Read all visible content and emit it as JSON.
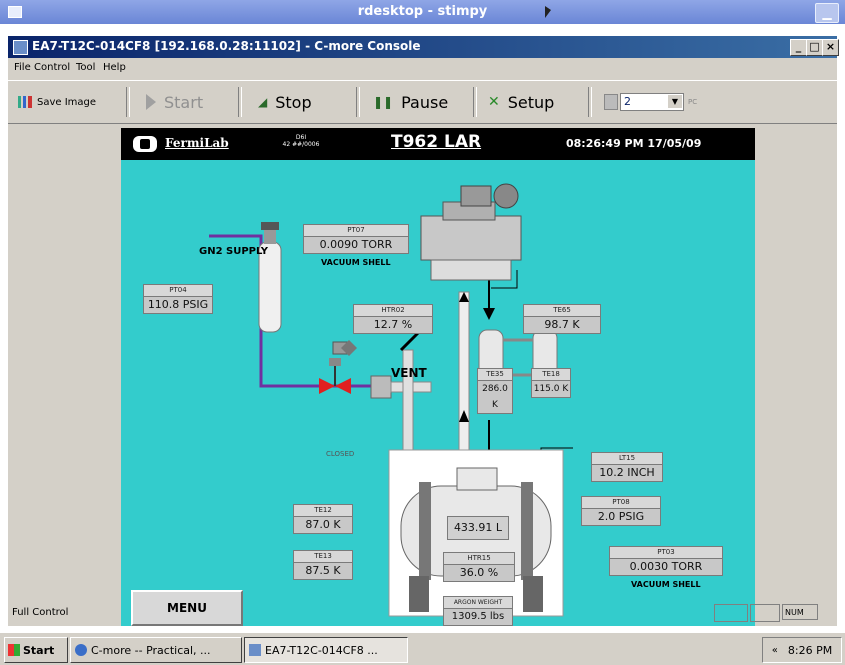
{
  "outer_window": {
    "title": "rdesktop - stimpy"
  },
  "window": {
    "title": "EA7-T12C-014CF8 [192.168.0.28:11102] - C-more Console"
  },
  "menu": {
    "items": [
      "File",
      "Control",
      "Tool",
      "Help"
    ]
  },
  "toolbar": {
    "save_image": "Save Image",
    "start": "Start",
    "stop": "Stop",
    "pause": "Pause",
    "setup": "Setup",
    "zoom_value": "2",
    "zoom_unit": "PC"
  },
  "hmi": {
    "logo": "FermiLab",
    "small_info_1": "D6I",
    "small_info_2": "42 ##/0006",
    "title": "T962 LAR",
    "datetime": "08:26:49 PM 17/05/09",
    "gn2_supply": "GN2 SUPPLY",
    "vent": "VENT",
    "closed": "CLOSED",
    "vacuum_shell_top": "VACUUM SHELL",
    "vacuum_shell_bottom": "VACUUM SHELL",
    "menu_button": "MENU",
    "tags": {
      "pt04": {
        "name": "PT04",
        "value": "110.8 PSIG"
      },
      "pt07": {
        "name": "PT07",
        "value": "0.0090 TORR"
      },
      "htr02": {
        "name": "HTR02",
        "value": "12.7 %"
      },
      "te65": {
        "name": "TE65",
        "value": "98.7 K"
      },
      "te35": {
        "name": "TE35",
        "value": "286.0 K"
      },
      "te18": {
        "name": "TE18",
        "value": "115.0 K"
      },
      "lt15": {
        "name": "LT15",
        "value": "10.2 INCH"
      },
      "pt08": {
        "name": "PT08",
        "value": "2.0 PSIG"
      },
      "pt03": {
        "name": "PT03",
        "value": "0.0030 TORR"
      },
      "te12": {
        "name": "TE12",
        "value": "87.0 K"
      },
      "te13": {
        "name": "TE13",
        "value": "87.5 K"
      },
      "htr15": {
        "name": "HTR15",
        "value": "36.0 %"
      },
      "argon": {
        "name": "ARGON WEIGHT",
        "value": "1309.5 lbs"
      },
      "tank_volume": {
        "value": "433.91 L"
      }
    }
  },
  "status_bar": {
    "text": "Full Control",
    "num": "NUM"
  },
  "taskbar": {
    "start": "Start",
    "task1": "C-more -- Practical, ...",
    "task2": "EA7-T12C-014CF8 ...",
    "time": "8:26 PM"
  },
  "colors": {
    "hmi_bg": "#33cccc",
    "pipe_purple": "#7030a0",
    "valve_red": "#e02020",
    "title_blue": "#0a246a"
  }
}
